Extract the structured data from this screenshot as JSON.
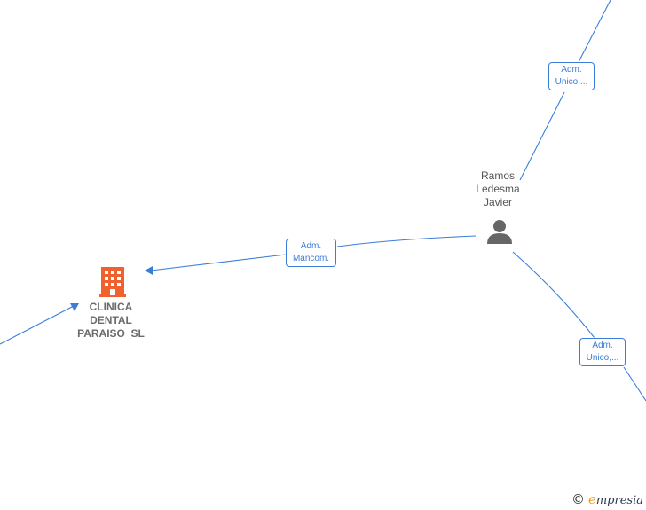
{
  "colors": {
    "edge": "#3b7dd8",
    "company_icon": "#f0622d",
    "person_icon": "#666666",
    "brand_accent": "#f0a020"
  },
  "nodes": {
    "person": {
      "label_lines": [
        "Ramos",
        "Ledesma",
        "Javier"
      ],
      "icon": "person-icon"
    },
    "company": {
      "label_lines": [
        "CLINICA",
        "DENTAL",
        "PARAISO  SL"
      ],
      "icon": "building-icon"
    }
  },
  "edges": {
    "top_right": {
      "label_lines": [
        "Adm.",
        "Unico,..."
      ]
    },
    "middle": {
      "label_lines": [
        "Adm.",
        "Mancom."
      ]
    },
    "bottom_right": {
      "label_lines": [
        "Adm.",
        "Unico,..."
      ]
    }
  },
  "watermark": {
    "copyright": "©",
    "brand_first": "e",
    "brand_rest": "mpresia"
  }
}
